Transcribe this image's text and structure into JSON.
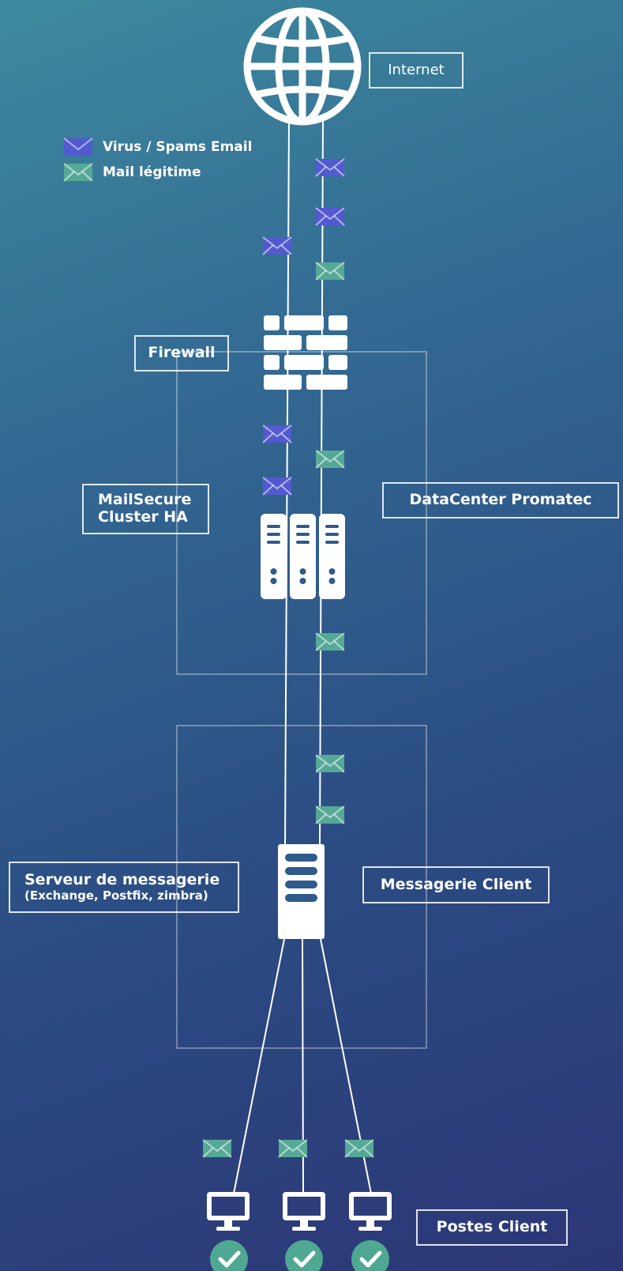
{
  "colors": {
    "spam": "#5359cf",
    "legit": "#56a996",
    "line": "#ffffff",
    "check": "#4fa892"
  },
  "legend": {
    "spam_label": "Virus / Spams Email",
    "legit_label": "Mail légitime"
  },
  "labels": {
    "internet": "Internet",
    "firewall": "Firewall",
    "mailsecure_line1": "MailSecure",
    "mailsecure_line2": "Cluster HA",
    "datacenter": "DataCenter Promatec",
    "server_line1": "Serveur de messagerie",
    "server_line2": "(Exchange, Postfix, zimbra)",
    "messagerie_client": "Messagerie Client",
    "postes_client": "Postes Client"
  },
  "icons": {
    "internet": "globe-icon",
    "firewall": "brick-wall-icon",
    "cluster": "server-rack-icon",
    "mail_server": "server-icon",
    "client": "monitor-icon",
    "ok": "check-circle-icon",
    "message": "envelope-icon"
  }
}
